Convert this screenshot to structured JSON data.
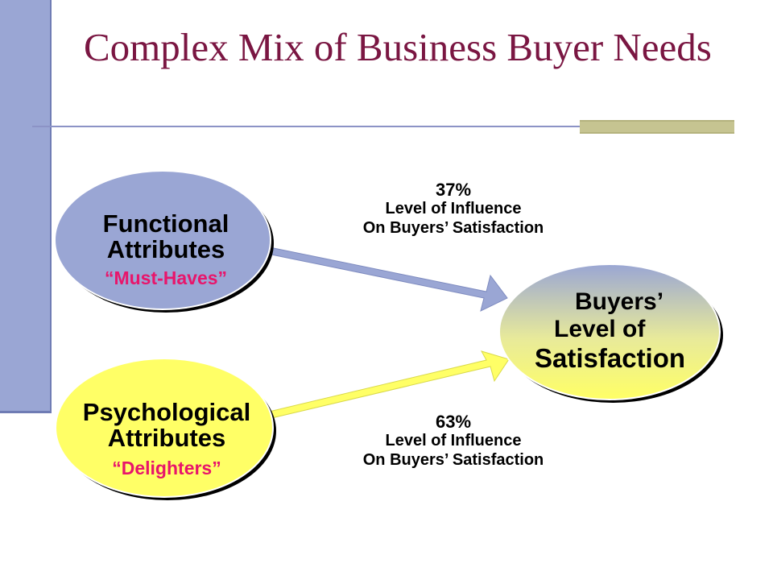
{
  "title": "Complex Mix of Business Buyer Needs",
  "functional": {
    "line1": "Functional",
    "line2": "Attributes",
    "tag": "“Must-Haves”",
    "fill": "#9aa6d4"
  },
  "psychological": {
    "line1": "Psychological",
    "line2": "Attributes",
    "tag": "“Delighters”",
    "fill": "#ffff66"
  },
  "satisfaction": {
    "line1": "Buyers’",
    "line2": "Level of",
    "line3": "Satisfaction"
  },
  "functional_influence": {
    "percent": "37%",
    "line1": "Level of Influence",
    "line2": "On Buyers’ Satisfaction"
  },
  "psychological_influence": {
    "percent": "63%",
    "line1": "Level of Influence",
    "line2": "On Buyers’ Satisfaction"
  },
  "colors": {
    "title": "#7a1642",
    "accent_pink": "#e8156b",
    "arrow_blue": "#9aa6d4",
    "arrow_yellow": "#ffff66"
  }
}
